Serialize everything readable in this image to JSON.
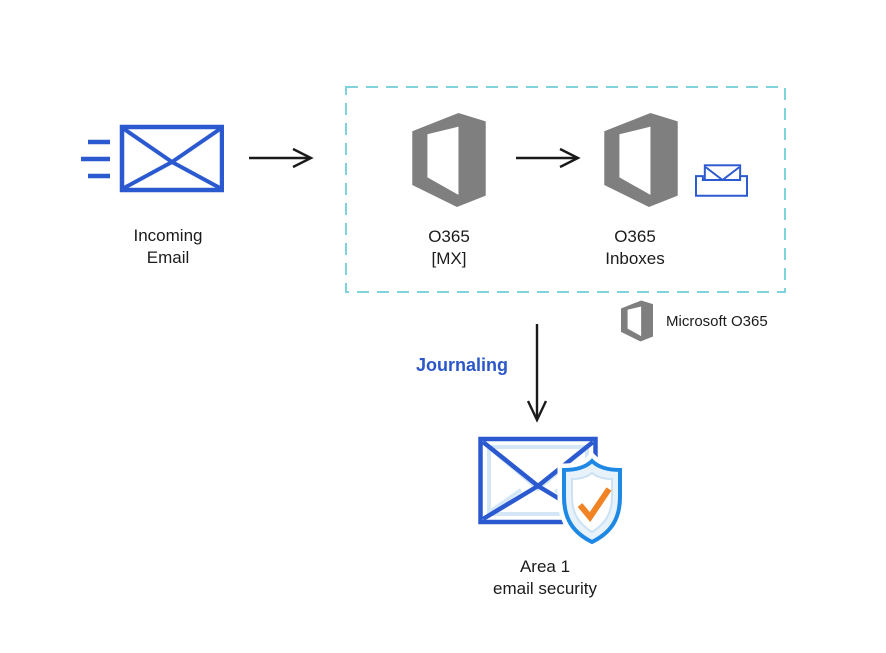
{
  "nodes": {
    "incoming_email": {
      "line1": "Incoming",
      "line2": "Email"
    },
    "o365_mx": {
      "line1": "O365",
      "line2": "[MX]"
    },
    "o365_inboxes": {
      "line1": "O365",
      "line2": "Inboxes"
    },
    "area1": {
      "line1": "Area 1",
      "line2": "email security"
    }
  },
  "flow": {
    "journaling_label": "Journaling"
  },
  "legend": {
    "label": "Microsoft O365"
  },
  "icons": {
    "incoming_email": "envelope-speed-lines-icon",
    "office365": "office365-logo-icon",
    "inbox": "inbox-tray-envelope-icon",
    "area1": "envelope-shield-check-icon",
    "arrow_right": "arrow-right-icon",
    "arrow_down": "arrow-down-icon"
  },
  "colors": {
    "primary_blue": "#2b59cf",
    "light_inner_blue": "#d5e7f6",
    "shield_stroke_blue": "#1e88e5",
    "shield_fill": "#e8f2fb",
    "check_orange": "#f08425",
    "office_gray": "#7f7f7f",
    "dashed_border_teal": "#7fd3da",
    "journaling_text_blue": "#2b57c8",
    "arrow_black": "#1a1a1a",
    "label_text": "#1b1b1b"
  }
}
